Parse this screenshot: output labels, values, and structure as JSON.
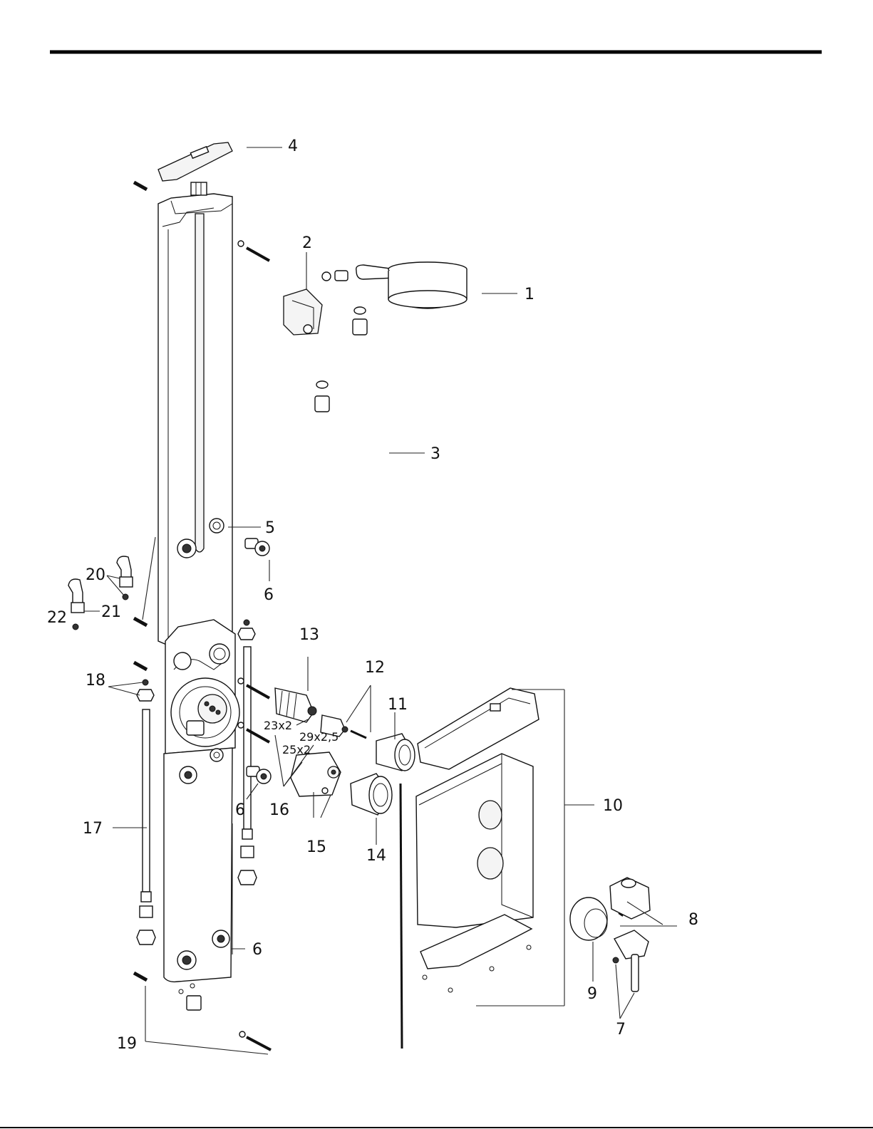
{
  "callouts": [
    {
      "id": "c1",
      "text": "1"
    },
    {
      "id": "c2",
      "text": "2"
    },
    {
      "id": "c3",
      "text": "3"
    },
    {
      "id": "c4",
      "text": "4"
    },
    {
      "id": "c5",
      "text": "5"
    },
    {
      "id": "c6a",
      "text": "6"
    },
    {
      "id": "c6b",
      "text": "6"
    },
    {
      "id": "c6c",
      "text": "6"
    },
    {
      "id": "c7",
      "text": "7"
    },
    {
      "id": "c8",
      "text": "8"
    },
    {
      "id": "c9",
      "text": "9"
    },
    {
      "id": "c10",
      "text": "10"
    },
    {
      "id": "c11",
      "text": "11"
    },
    {
      "id": "c12",
      "text": "12"
    },
    {
      "id": "c13",
      "text": "13"
    },
    {
      "id": "c14",
      "text": "14"
    },
    {
      "id": "c15",
      "text": "15"
    },
    {
      "id": "c16",
      "text": "16"
    },
    {
      "id": "c17",
      "text": "17"
    },
    {
      "id": "c18",
      "text": "18"
    },
    {
      "id": "c19",
      "text": "19"
    },
    {
      "id": "c20",
      "text": "20"
    },
    {
      "id": "c21",
      "text": "21"
    },
    {
      "id": "c22",
      "text": "22"
    }
  ],
  "dimensions": {
    "o_ring_a": "23x2",
    "o_ring_b": "25x2",
    "o_ring_c": "29x2,5"
  }
}
